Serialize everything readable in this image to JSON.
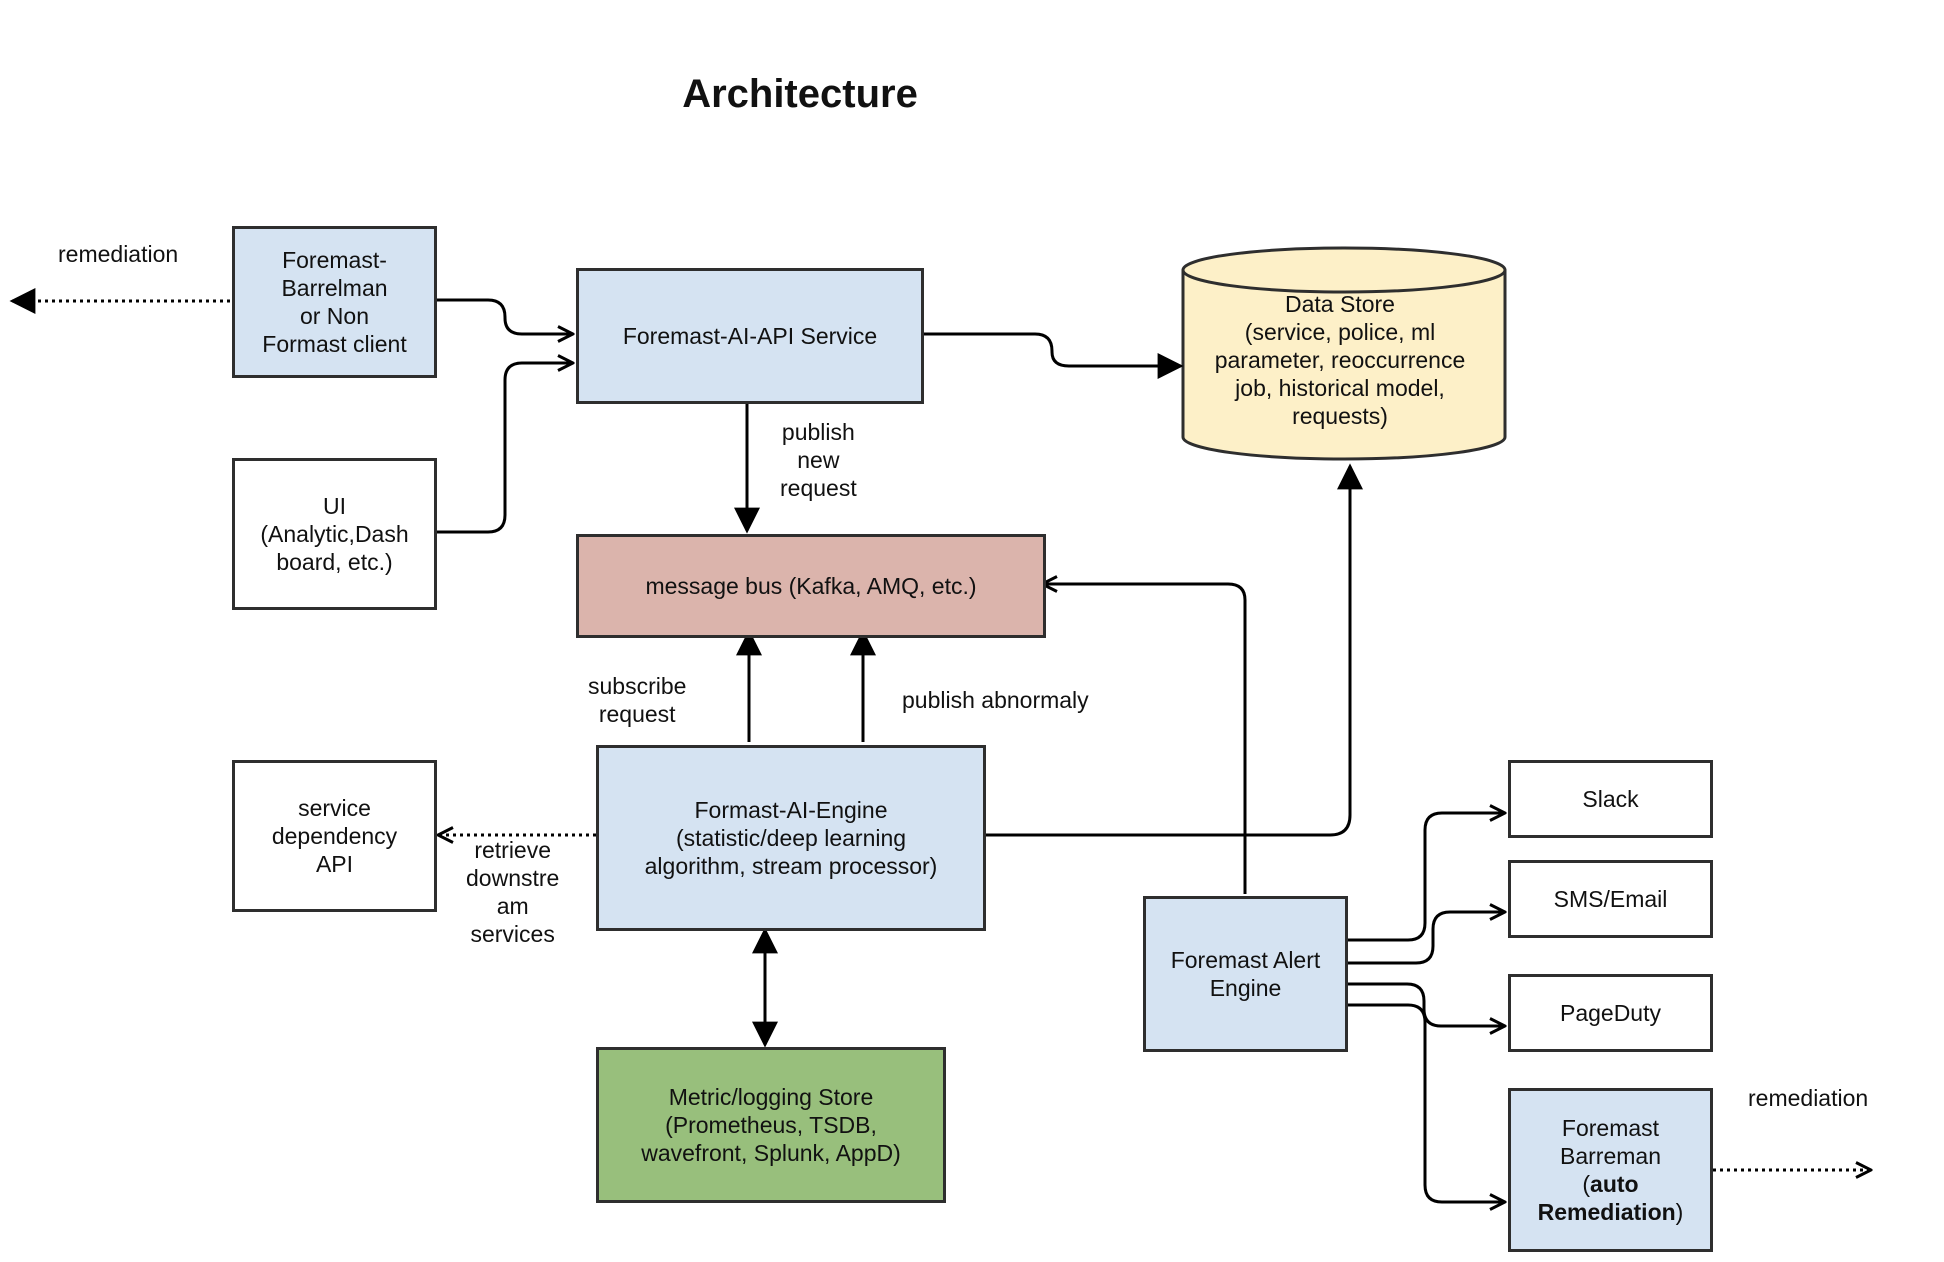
{
  "title": "Architecture",
  "colors": {
    "blue_box": "#d5e3f2",
    "white_box": "#ffffff",
    "bus_box": "#dbb4ac",
    "store_box": "#98bf7c",
    "datastore_fill": "#fdf0c8",
    "stroke": "#2e2e2e"
  },
  "nodes": {
    "barrelman_client": [
      "Foremast-",
      "Barrelman",
      "or Non",
      "Formast client"
    ],
    "ui": [
      "UI",
      "(Analytic,Dash",
      "board, etc.)"
    ],
    "api_service": [
      "Foremast-AI-API Service"
    ],
    "data_store": [
      "Data Store",
      "(service, police, ml",
      "parameter, reoccurrence",
      "job, historical model,",
      "requests)"
    ],
    "message_bus": [
      "message bus (Kafka, AMQ, etc.)"
    ],
    "engine": [
      "Formast-AI-Engine",
      "(statistic/deep learning",
      "algorithm, stream processor)"
    ],
    "dependency_api": [
      "service",
      "dependency",
      "API"
    ],
    "metric_store": [
      "Metric/logging Store",
      "(Prometheus, TSDB,",
      "wavefront, Splunk, AppD)"
    ],
    "alert_engine": [
      "Foremast Alert",
      "Engine"
    ],
    "slack": [
      "Slack"
    ],
    "sms_email": [
      "SMS/Email"
    ],
    "pageduty": [
      "PageDuty"
    ],
    "auto_barreman": {
      "line1": "Foremast",
      "line2": "Barreman",
      "line3_open": "(",
      "line3_bold": "auto",
      "line4_bold": "Remediation",
      "line4_close": ")"
    }
  },
  "edge_labels": {
    "remediation_left": "remediation",
    "remediation_right": "remediation",
    "publish_new_request": [
      "publish",
      "new",
      "request"
    ],
    "subscribe_request": [
      "subscribe",
      "request"
    ],
    "publish_abnormaly": "publish abnormaly",
    "retrieve_downstream": [
      "retrieve",
      "downstre",
      "am",
      "services"
    ]
  }
}
